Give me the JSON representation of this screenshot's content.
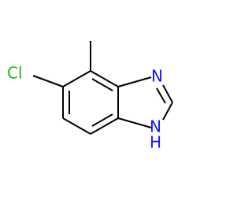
{
  "molecule": {
    "atoms": {
      "chlorine": {
        "label": "Cl",
        "color": "#1fb51f"
      },
      "imine_nitrogen": {
        "label": "N",
        "color": "#1515ff"
      },
      "amine_nitrogen": {
        "label": "N",
        "color": "#1515ff"
      },
      "amine_hydrogen": {
        "label": "H",
        "color": "#1515ff"
      }
    },
    "bond_color": "#000000"
  }
}
